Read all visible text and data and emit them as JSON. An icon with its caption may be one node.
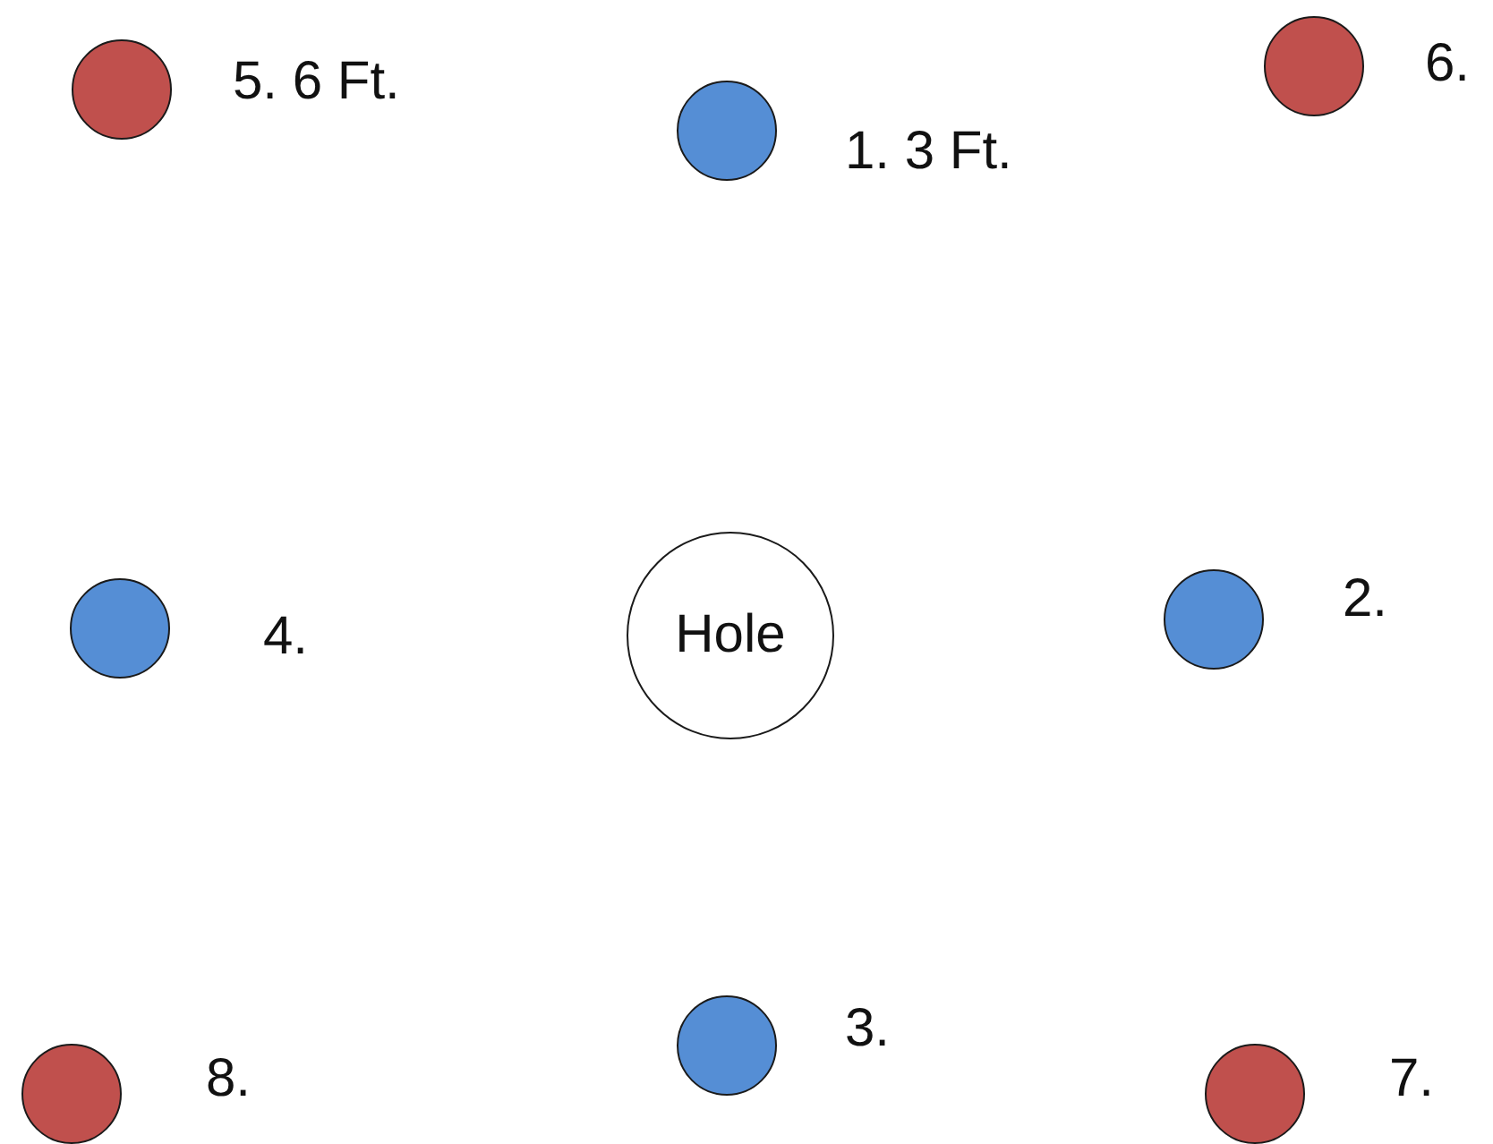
{
  "diagram": {
    "nodes": [
      {
        "text": [],
        "shape": "circle",
        "beside": [
          "5. 6 Ft."
        ]
      },
      {
        "text": [],
        "shape": "circle",
        "beside": [
          "1. 3 Ft."
        ]
      },
      {
        "text": [],
        "shape": "circle",
        "beside": [
          "6."
        ]
      },
      {
        "text": [],
        "shape": "circle",
        "beside": [
          "4."
        ]
      },
      {
        "text": [
          "Hole"
        ]
      },
      {
        "text": [],
        "shape": "circle",
        "beside": [
          "2."
        ]
      },
      {
        "text": [],
        "shape": "circle",
        "beside": [
          "8."
        ]
      },
      {
        "text": [],
        "shape": "circle",
        "beside": [
          "3."
        ]
      },
      {
        "text": [],
        "shape": "circle",
        "beside": [
          "7."
        ]
      }
    ]
  }
}
